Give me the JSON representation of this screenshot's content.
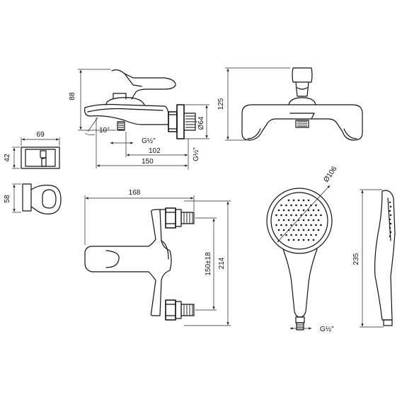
{
  "dimensions": {
    "holder_width": "69",
    "holder_height": "42",
    "holder_side_height": "58",
    "faucet_height": "88",
    "spout_angle": "10°",
    "thread_spout": "G½\"",
    "thread_inlet": "G½\"",
    "depth_inner": "102",
    "depth_total": "150",
    "escutcheon_dia": "Ø64",
    "front_height": "125",
    "top_width": "168",
    "top_length": "214",
    "inlet_spacing": "150±18",
    "shower_head_dia": "Ø106",
    "shower_length": "235",
    "shower_thread": "G½\""
  },
  "colors": {
    "line": "#111111",
    "background": "#ffffff"
  }
}
